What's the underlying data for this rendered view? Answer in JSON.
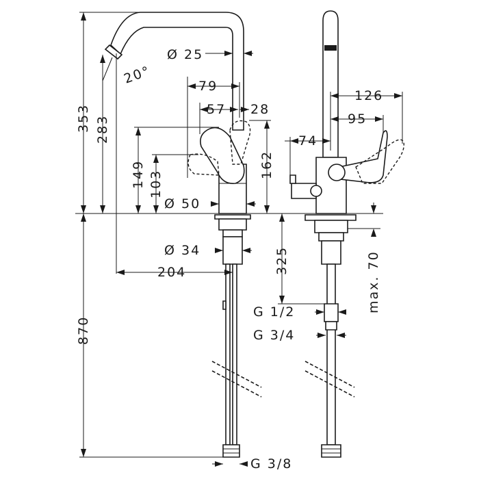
{
  "dimensions": {
    "total_height": "353",
    "spout_height": "283",
    "spout_angle": "20°",
    "spout_diameter": "Ø 25",
    "reach_79": "79",
    "lever_57": "57",
    "lever_28": "28",
    "height_149": "149",
    "height_103": "103",
    "height_162": "162",
    "base_diameter": "Ø 50",
    "shank_diameter": "Ø 34",
    "reach_204": "204",
    "hose_length": "870",
    "reach_126": "126",
    "reach_95": "95",
    "reach_74": "74",
    "depth_325": "325",
    "max_70": "max. 70",
    "thread_half": "G 1/2",
    "thread_three_quarter": "G 3/4",
    "thread_three_eighth": "G 3/8"
  }
}
